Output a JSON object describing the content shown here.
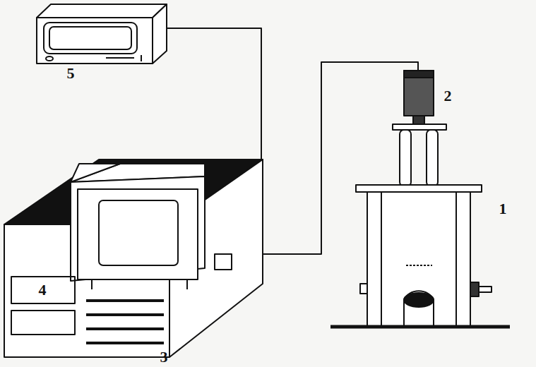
{
  "diagram": {
    "labels": [
      "5",
      "2",
      "1",
      "4",
      "3"
    ]
  }
}
